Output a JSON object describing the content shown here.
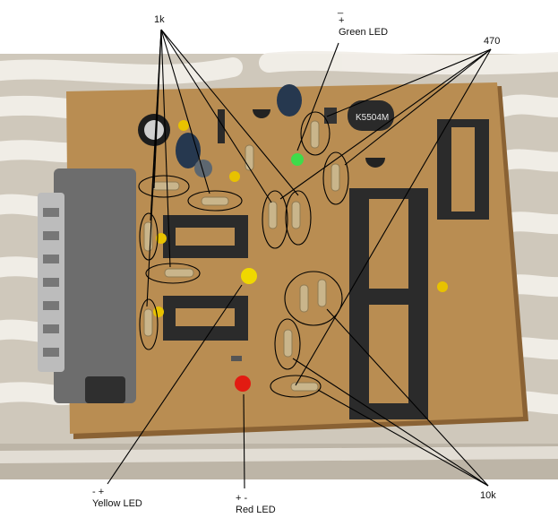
{
  "labels": {
    "one_k": "1k",
    "green_polarity_minus": "_",
    "green_polarity_plus": "+",
    "green_led": "Green LED",
    "four_seventy": "470",
    "yellow_polarity": "- +",
    "yellow_led": "Yellow LED",
    "red_polarity": "+ -",
    "red_led": "Red LED",
    "ten_k": "10k"
  },
  "markings": {
    "pot_code": "K5504M"
  },
  "colors": {
    "board": "#b98d52",
    "board_shadow": "#8a6234",
    "wicker": "#ddd7cc",
    "socket": "#2b2b2b",
    "resistor_body": "#c9b58b",
    "green_led": "#3fdc4a",
    "yellow_led": "#f0d800",
    "red_led": "#e21b12",
    "annotation": "#000000"
  }
}
